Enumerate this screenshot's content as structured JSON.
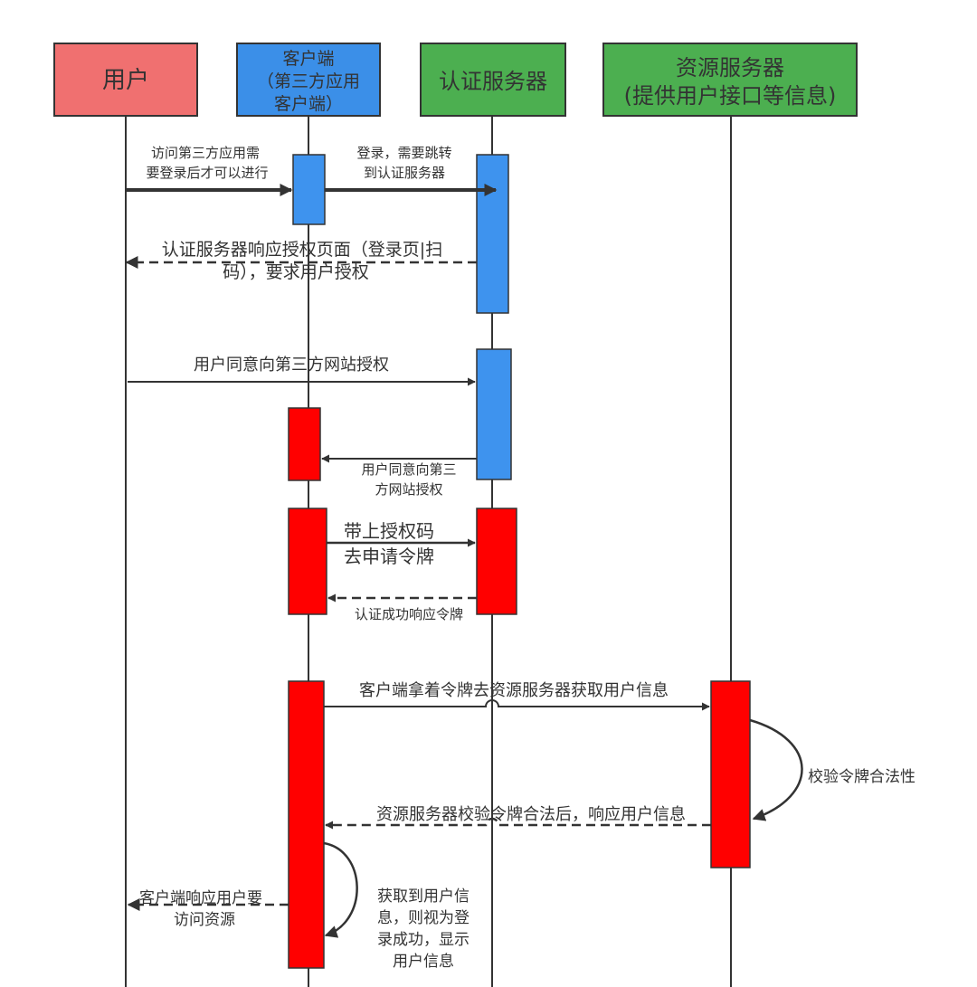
{
  "colors": {
    "user_header": "#f07070",
    "client_header": "#3b8fe8",
    "server_header": "#4caf50",
    "activation_blue": "#3e93ee",
    "activation_red": "#ff0000",
    "line": "#333333"
  },
  "headers": {
    "user": "用户",
    "client_line1": "客户端",
    "client_line2": "（第三方应用",
    "client_line3": "客户端）",
    "auth": "认证服务器",
    "resource_line1": "资源服务器",
    "resource_line2": "(提供用户接口等信息)"
  },
  "messages": {
    "m1_line1": "访问第三方应用需",
    "m1_line2": "要登录后才可以进行",
    "m2_line1": "登录，需要跳转",
    "m2_line2": "到认证服务器",
    "m3_line1": "认证服务器响应授权页面（登录页|扫",
    "m3_line2": "码），要求用户授权",
    "m4": "用户同意向第三方网站授权",
    "m5_line1": "用户同意向第三",
    "m5_line2": "方网站授权",
    "m6_line1": "带上授权码",
    "m6_line2": "去申请令牌",
    "m7": "认证成功响应令牌",
    "m8": "客户端拿着令牌去资源服务器获取用户信息",
    "m9": "校验令牌合法性",
    "m10": "资源服务器校验令牌合法后，响应用户信息",
    "m11_line1": "获取到用户信",
    "m11_line2": "息，则视为登",
    "m11_line3": "录成功，显示",
    "m11_line4": "用户信息",
    "m12_line1": "客户端响应用户要",
    "m12_line2": "访问资源"
  }
}
